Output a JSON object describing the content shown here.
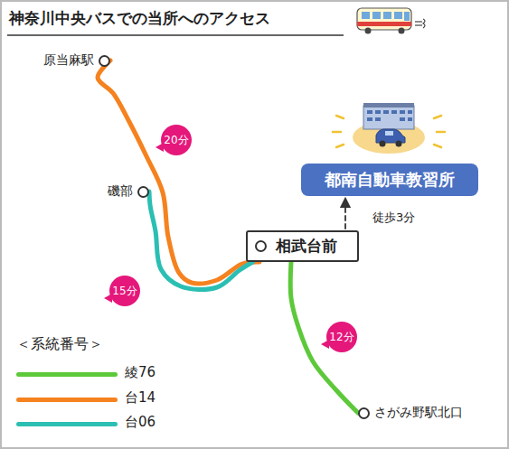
{
  "diagram": {
    "title": "神奈川中央バスでの当所へのアクセス",
    "nodes": [
      {
        "text": [
          "原当麻駅"
        ]
      },
      {
        "text": [
          "磯部"
        ]
      },
      {
        "text": [
          "相武台前"
        ]
      },
      {
        "text": [
          "さがみ野駅北口"
        ]
      },
      {
        "text": [
          "都南自動車教習所"
        ]
      }
    ],
    "edges": [
      {
        "from": 0,
        "to": 2,
        "label": "20分",
        "arrow": "none"
      },
      {
        "from": 1,
        "to": 2,
        "label": "15分",
        "arrow": "none"
      },
      {
        "from": 2,
        "to": 3,
        "label": "12分",
        "arrow": "none"
      },
      {
        "from": 2,
        "to": 4,
        "label": "徒歩3分",
        "arrow": "to"
      }
    ],
    "labels": [
      "＜系統番号＞"
    ],
    "legend": [
      {
        "text": "綾76",
        "color": "#5dc93a"
      },
      {
        "text": "台14",
        "color": "#f5821f"
      },
      {
        "text": "台06",
        "color": "#2bbfb3"
      }
    ]
  }
}
